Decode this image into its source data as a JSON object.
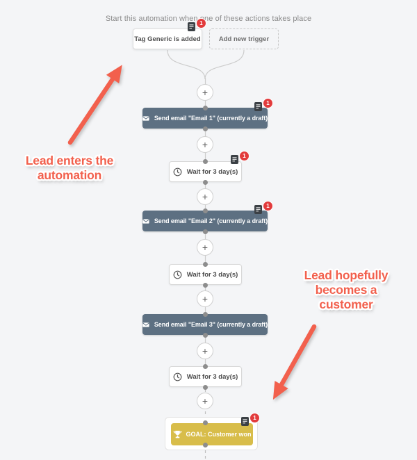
{
  "header": {
    "title": "Start this automation when one of these actions takes place"
  },
  "triggers": [
    {
      "label": "Tag Generic is added",
      "badge_count": "1"
    },
    {
      "label": "Add new trigger"
    }
  ],
  "flow": {
    "add_step_symbol": "+",
    "nodes": [
      {
        "type": "email",
        "label": "Send email \"Email 1\" (currently a draft)",
        "badge_count": "1"
      },
      {
        "type": "wait",
        "label": "Wait for 3 day(s)",
        "badge_count": "1"
      },
      {
        "type": "email",
        "label": "Send email \"Email 2\" (currently a draft)",
        "badge_count": "1"
      },
      {
        "type": "wait",
        "label": "Wait for 3 day(s)"
      },
      {
        "type": "email",
        "label": "Send email \"Email 3\" (currently a draft)"
      },
      {
        "type": "wait",
        "label": "Wait for 3 day(s)"
      },
      {
        "type": "goal",
        "label": "GOAL: Customer won",
        "badge_count": "1"
      }
    ]
  },
  "annotations": [
    {
      "text": "Lead enters the automation"
    },
    {
      "text": "Lead hopefully becomes a customer"
    }
  ],
  "colors": {
    "background": "#f4f5f7",
    "email_node": "#5d7082",
    "goal_node": "#d8bd4a",
    "annotation_red": "#f2604d",
    "badge_red": "#e23b3c",
    "connector_gray": "#cccccc"
  }
}
